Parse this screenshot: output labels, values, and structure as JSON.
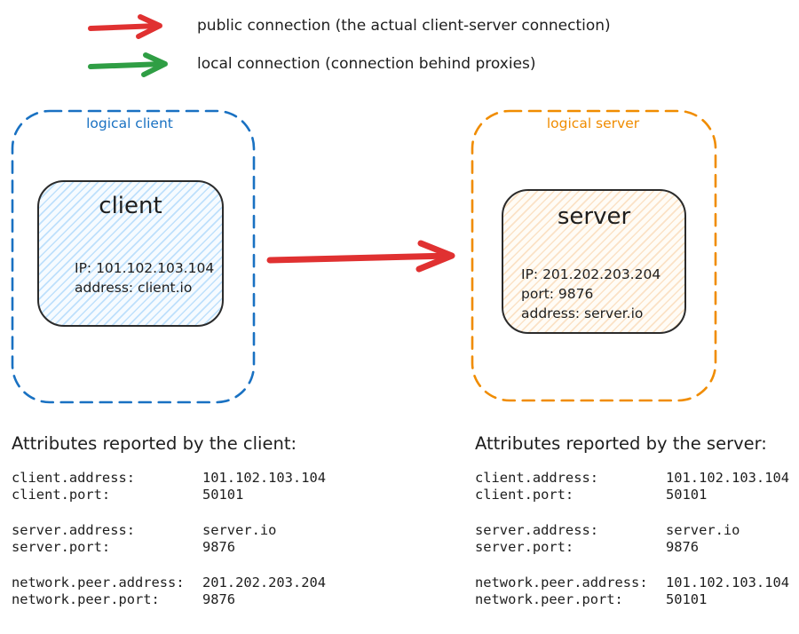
{
  "colors": {
    "public_connection": "#e03131",
    "local_connection": "#2f9e44",
    "logical_client_accent": "#1971c2",
    "logical_server_accent": "#f08c00",
    "ink": "#1e1e1e",
    "client_node_fill": "#dceefb",
    "server_node_fill": "#faeedd"
  },
  "legend": {
    "items": [
      {
        "id": "public",
        "arrow_color": "#e03131",
        "label": "public connection (the actual client-server connection)"
      },
      {
        "id": "local",
        "arrow_color": "#2f9e44",
        "label": "local connection (connection behind proxies)"
      }
    ]
  },
  "logical_client": {
    "label": "logical client",
    "accent": "#1971c2",
    "node": {
      "title": "client",
      "details": [
        "IP: 101.102.103.104",
        "address: client.io"
      ]
    }
  },
  "logical_server": {
    "label": "logical server",
    "accent": "#f08c00",
    "node": {
      "title": "server",
      "details": [
        "IP: 201.202.203.204",
        "port: 9876",
        "address: server.io"
      ]
    }
  },
  "connection": {
    "type": "public",
    "color": "#e03131",
    "from": "client",
    "to": "server"
  },
  "client_attributes": {
    "heading": "Attributes reported by the client:",
    "rows": [
      {
        "key": "client.address:",
        "value": "101.102.103.104"
      },
      {
        "key": "client.port:",
        "value": "50101"
      },
      {
        "key": "server.address:",
        "value": "server.io"
      },
      {
        "key": "server.port:",
        "value": "9876"
      },
      {
        "key": "network.peer.address:",
        "value": "201.202.203.204"
      },
      {
        "key": "network.peer.port:",
        "value": "9876"
      }
    ]
  },
  "server_attributes": {
    "heading": "Attributes reported by the server:",
    "rows": [
      {
        "key": "client.address:",
        "value": "101.102.103.104"
      },
      {
        "key": "client.port:",
        "value": "50101"
      },
      {
        "key": "server.address:",
        "value": "server.io"
      },
      {
        "key": "server.port:",
        "value": "9876"
      },
      {
        "key": "network.peer.address:",
        "value": "101.102.103.104"
      },
      {
        "key": "network.peer.port:",
        "value": "50101"
      }
    ]
  }
}
